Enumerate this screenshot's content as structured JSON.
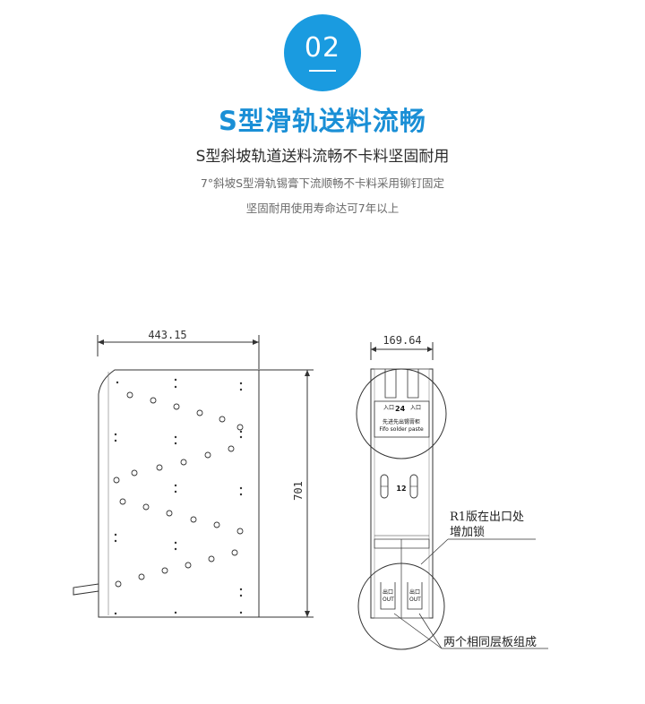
{
  "badge": {
    "number": "02"
  },
  "header": {
    "title": "S型滑轨送料流畅",
    "subtitle": "S型斜坡轨道送料流畅不卡料坚固耐用",
    "desc_line1": "7°斜坡S型滑轨锡膏下流顺畅不卡料采用铆钉固定",
    "desc_line2": "坚固耐用使用寿命达可7年以上"
  },
  "drawing": {
    "width_left": "443.15",
    "height_left": "701",
    "width_right": "169.64",
    "annotation_r1_line1": "R1版在出口处",
    "annotation_r1_line2": "增加锁",
    "annotation_bottom": "两个相同层板组成",
    "panel_top_text": "先进先出锡膏柜",
    "panel_top_text_en": "Fifo solder paste",
    "panel_inlet_left": "入口",
    "panel_inlet_right": "入口",
    "panel_number_top": "24",
    "panel_number_mid": "12",
    "outlet_left": "出口",
    "outlet_right": "出口",
    "outlet_en_left": "OUT",
    "outlet_en_right": "OUT"
  },
  "colors": {
    "accent": "#1a9be0",
    "title": "#1a8fd6"
  }
}
